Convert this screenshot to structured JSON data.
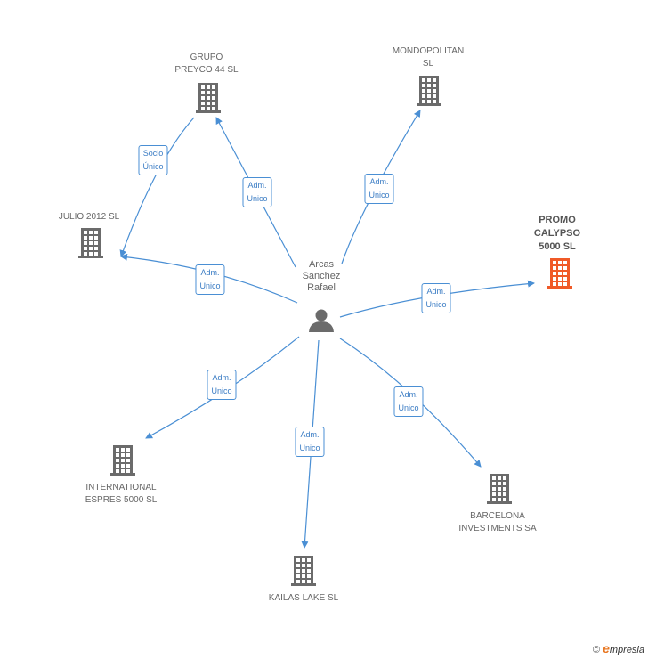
{
  "center": {
    "label": "Arcas\nSanchez\nRafael"
  },
  "nodes": [
    {
      "id": "grupo",
      "label": "GRUPO\nPREYCO 44 SL",
      "main": false
    },
    {
      "id": "mondo",
      "label": "MONDOPOLITAN\nSL",
      "main": false
    },
    {
      "id": "julio",
      "label": "JULIO 2012 SL",
      "main": false
    },
    {
      "id": "promo",
      "label": "PROMO\nCALYPSO\n5000 SL",
      "main": true
    },
    {
      "id": "intl",
      "label": "INTERNATIONAL\nESPRES 5000 SL",
      "main": false
    },
    {
      "id": "barcelona",
      "label": "BARCELONA\nINVESTMENTS SA",
      "main": false
    },
    {
      "id": "kailas",
      "label": "KAILAS LAKE SL",
      "main": false
    }
  ],
  "edges": [
    {
      "from": "center",
      "to": "grupo",
      "label": "Adm.\nUnico"
    },
    {
      "from": "center",
      "to": "mondo",
      "label": "Adm.\nUnico"
    },
    {
      "from": "center",
      "to": "julio",
      "label": "Adm.\nUnico"
    },
    {
      "from": "center",
      "to": "promo",
      "label": "Adm.\nUnico"
    },
    {
      "from": "center",
      "to": "intl",
      "label": "Adm.\nUnico"
    },
    {
      "from": "center",
      "to": "barcelona",
      "label": "Adm.\nUnico"
    },
    {
      "from": "center",
      "to": "kailas",
      "label": "Adm.\nUnico"
    },
    {
      "from": "grupo",
      "to": "julio",
      "label": "Socio\nÚnico"
    }
  ],
  "colors": {
    "edge": "#4a8fd4",
    "building": "#6b6b6b",
    "building_main": "#f05a28",
    "person": "#6b6b6b"
  },
  "footer": {
    "copyright": "©",
    "brand_initial": "e",
    "brand_rest": "mpresia"
  }
}
